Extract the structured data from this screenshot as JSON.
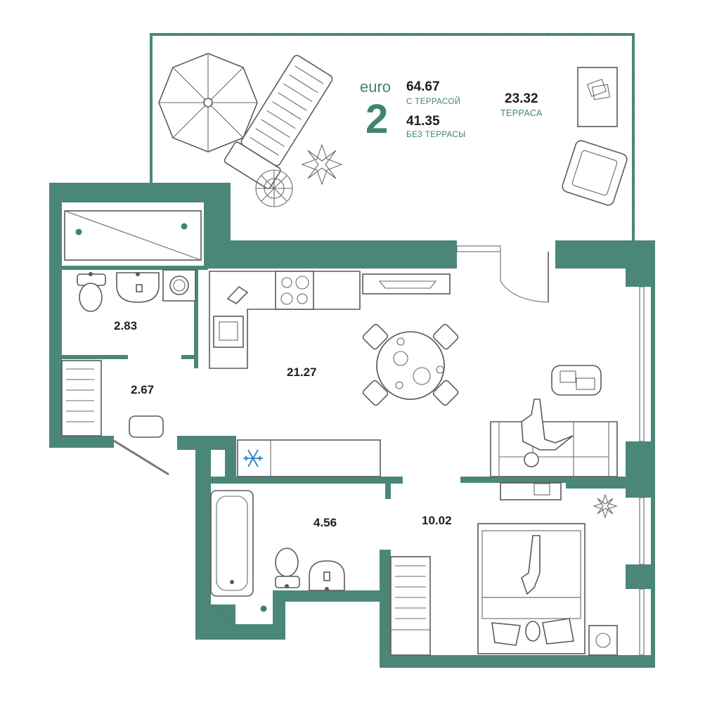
{
  "header": {
    "brand": "euro",
    "rooms_count": "2",
    "total_area": "64.67",
    "total_label": "С ТЕРРАСОЙ",
    "net_area": "41.35",
    "net_label": "БЕЗ ТЕРРАСЫ"
  },
  "terrace": {
    "area": "23.32",
    "label": "ТЕРРАСА"
  },
  "rooms": {
    "bathroom_1": "2.83",
    "hallway": "2.67",
    "kitchen_living": "21.27",
    "bathroom_2": "4.56",
    "bedroom": "10.02"
  },
  "colors": {
    "walls": "#4b8779",
    "accent": "#3f8373",
    "fixtures": "#5a5a5a",
    "snowflake": "#2e7fc0"
  },
  "icons": [
    "snowflake-icon"
  ]
}
